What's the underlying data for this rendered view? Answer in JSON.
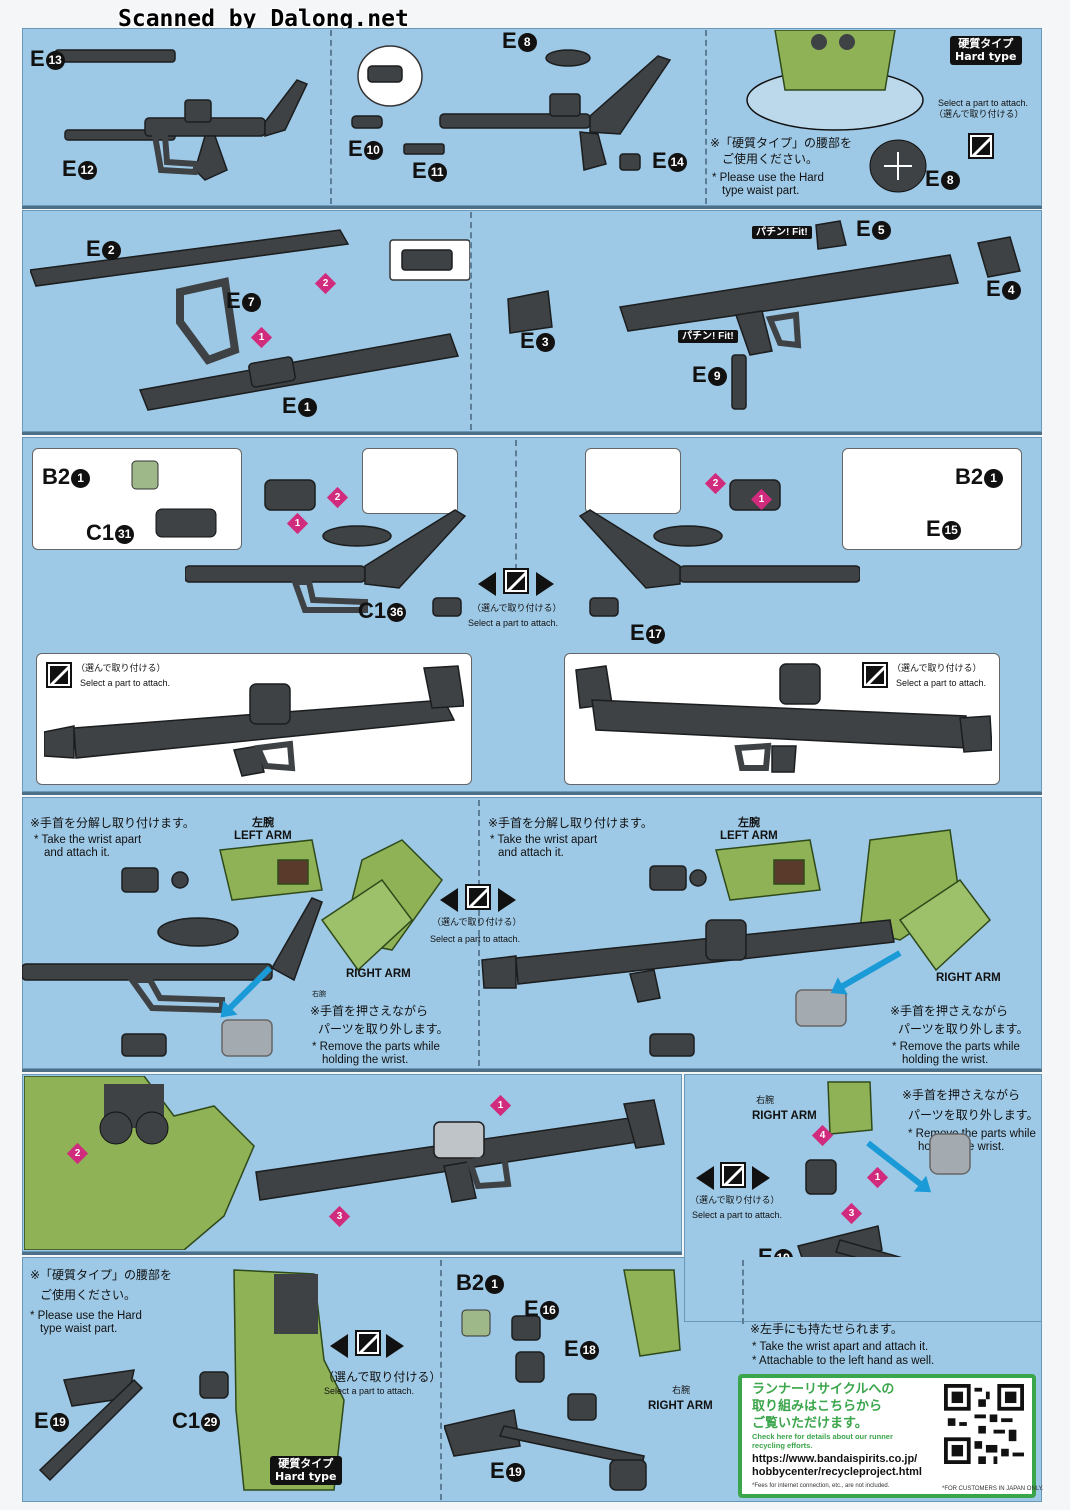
{
  "watermark": "Scanned by Dalong.net",
  "select_part": "Select a part to attach.",
  "select_jp": "（選んで取り付ける）",
  "fit": "パチン! Fit!",
  "hard_type_jp": "硬質タイプ",
  "hard_type_en": "Hard type",
  "left_arm_jp": "左腕",
  "left_arm_en": "LEFT ARM",
  "right_arm_jp": "右腕",
  "right_arm_en": "RIGHT ARM",
  "hard_waist_jp_1": "※「硬質タイプ」の腰部を",
  "hard_waist_jp_2": "ご使用ください。",
  "hard_waist_en_1": "* Please use the Hard",
  "hard_waist_en_2": "type waist part.",
  "wrist_apart_jp": "※手首を分解し取り付けます。",
  "wrist_apart_en_1": "* Take the wrist apart",
  "wrist_apart_en_2": "and attach it.",
  "remove_jp_1": "※手首を押さえながら",
  "remove_jp_2": "パーツを取り外します。",
  "remove_en_1": "* Remove the parts while",
  "remove_en_2": "holding the wrist.",
  "left_hand_jp": "※左手にも持たせられます。",
  "wrist_apart_en_oneline": "* Take the wrist apart and attach it.",
  "left_hand_en": "* Attachable to the left hand as well.",
  "parts": {
    "e13": "E",
    "e13n": "13",
    "e12": "E",
    "e12n": "12",
    "e8": "E",
    "e8n": "8",
    "e10": "E",
    "e10n": "10",
    "e11": "E",
    "e11n": "11",
    "e14": "E",
    "e14n": "14",
    "e2": "E",
    "e2n": "2",
    "e7": "E",
    "e7n": "7",
    "e1": "E",
    "e1n": "1",
    "e5": "E",
    "e5n": "5",
    "e4": "E",
    "e4n": "4",
    "e3": "E",
    "e3n": "3",
    "e9": "E",
    "e9n": "9",
    "b2": "B2",
    "b2n": "1",
    "c1": "C1",
    "c31n": "31",
    "c36n": "36",
    "c29n": "29",
    "e15n": "15",
    "e17n": "17",
    "e19n": "19",
    "e16n": "16",
    "e18n": "18"
  },
  "recycle": {
    "title_1": "ランナーリサイクルへの",
    "title_2": "取り組みはこちらから",
    "title_3": "ご覧いただけます。",
    "sub_1": "Check here for details about our runner",
    "sub_2": "recycling efforts.",
    "url_1": "https://www.bandaispirits.co.jp/",
    "url_2": "hobbycenter/recycleproject.html",
    "fee": "*Fees for internet connection, etc., are not included.",
    "japan": "*FOR CUSTOMERS IN JAPAN ONLY."
  },
  "colors": {
    "panel": "#9ec9e6",
    "gun": "#3e4245",
    "zaku": "#8fb257",
    "step": "#d12b7d",
    "arrow": "#1a9bd7",
    "recycle": "#3aa54a"
  }
}
